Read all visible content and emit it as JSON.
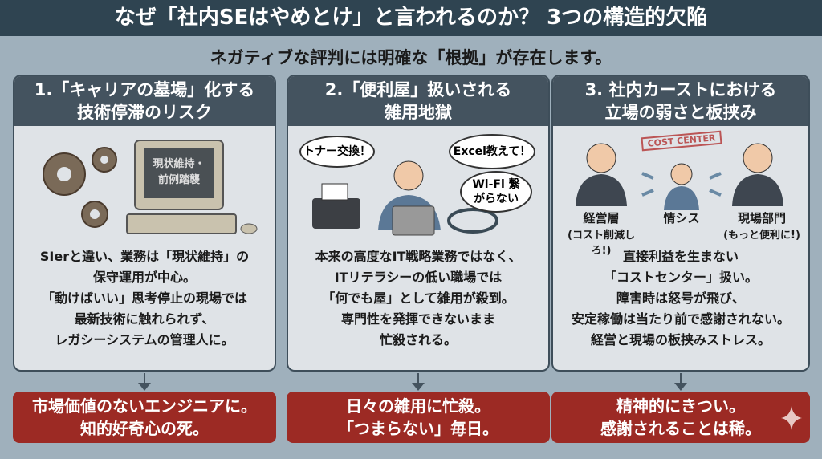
{
  "title": "なぜ「社内SEはやめとけ」と言われるのか？ 3つの構造的欠陥",
  "subtitle": "ネガティブな評判には明確な「根拠」が存在します。",
  "cards": [
    {
      "heading1": "1.「キャリアの墓場」化する",
      "heading2": "技術停滞のリスク",
      "monitor_text": [
        "現状維持・",
        "前例踏襲"
      ],
      "body": [
        "SIerと違い、業務は「現状維持」の",
        "保守運用が中心。",
        "「動けばいい」思考停止の現場では",
        "最新技術に触れられず、",
        "レガシーシステムの管理人に。"
      ],
      "result": [
        "市場価値のないエンジニアに。",
        "知的好奇心の死。"
      ]
    },
    {
      "heading1": "2.「便利屋」扱いされる",
      "heading2": "雑用地獄",
      "bubbles": [
        "トナー交換！",
        "Excel教えて！",
        "Wi-Fi 繋がらない"
      ],
      "body": [
        "本来の高度なIT戦略業務ではなく、",
        "ITリテラシーの低い職場では",
        "「何でも屋」として雑用が殺到。",
        "専門性を発揮できないまま",
        "忙殺される。"
      ],
      "result": [
        "日々の雑用に忙殺。",
        "「つまらない」毎日。"
      ]
    },
    {
      "heading1": "3. 社内カーストにおける",
      "heading2": "立場の弱さと板挟み",
      "stamp": "COST CENTER",
      "people": [
        {
          "name": "経営層",
          "quote": "(コスト削減しろ!)"
        },
        {
          "name": "情シス",
          "quote": ""
        },
        {
          "name": "現場部門",
          "quote": "(もっと便利に!)"
        }
      ],
      "body": [
        "直接利益を生まない",
        "「コストセンター」扱い。",
        "障害時は怒号が飛び、",
        "安定稼働は当たり前で感謝されない。",
        "経営と現場の板挟みストレス。"
      ],
      "result": [
        "精神的にきつい。",
        "感謝されることは稀。"
      ]
    }
  ]
}
